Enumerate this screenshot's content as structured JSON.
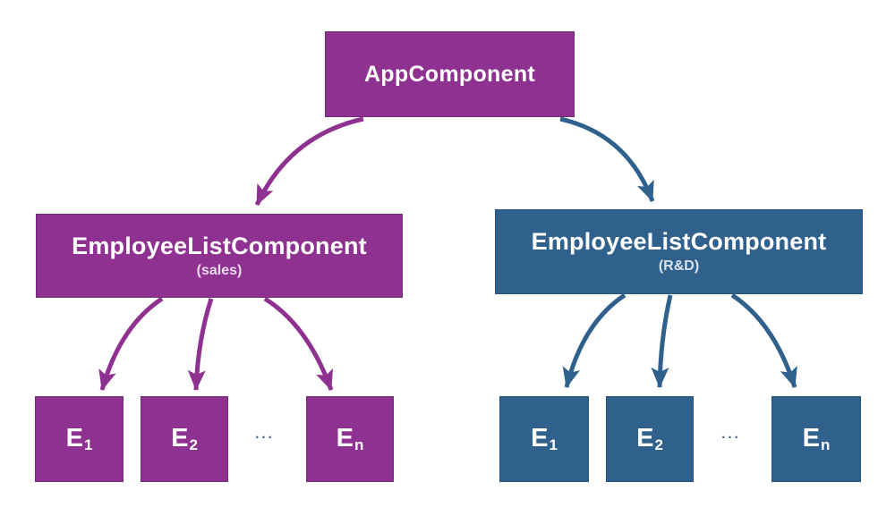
{
  "diagram": {
    "root": {
      "title": "AppComponent"
    },
    "left": {
      "title": "EmployeeListComponent",
      "subtitle": "(sales)",
      "children": [
        {
          "base": "E",
          "sub": "1"
        },
        {
          "base": "E",
          "sub": "2"
        },
        {
          "base": "E",
          "sub": "n"
        }
      ],
      "ellipsis": "..."
    },
    "right": {
      "title": "EmployeeListComponent",
      "subtitle": "(R&D)",
      "children": [
        {
          "base": "E",
          "sub": "1"
        },
        {
          "base": "E",
          "sub": "2"
        },
        {
          "base": "E",
          "sub": "n"
        }
      ],
      "ellipsis": "..."
    },
    "colors": {
      "purple": "#8e3190",
      "blue": "#30618c",
      "background": "#ffffff",
      "ellipsis_dots": "#3b5c86"
    }
  }
}
